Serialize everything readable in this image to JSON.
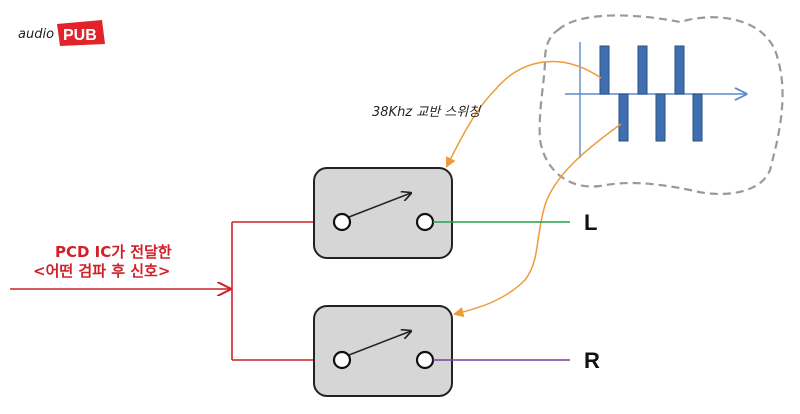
{
  "logo": {
    "text_left": "audio",
    "text_right": "PUB",
    "accent": "#e2232a"
  },
  "frequency_label": "38Khz 교반 스위칭",
  "input_label": {
    "line1": "PCD IC가 전달한",
    "line2": "<어떤 검파 후 신호>"
  },
  "outputs": {
    "left": "L",
    "right": "R"
  },
  "colors": {
    "input_line": "#d0202a",
    "left_line": "#22a04b",
    "right_line": "#7a3f9d",
    "arrow": "#ee9a3a",
    "pulse": "#3f6fb0",
    "axis": "#5b8ac8",
    "cloud": "#999999",
    "switch_fill": "#d6d6d6"
  }
}
